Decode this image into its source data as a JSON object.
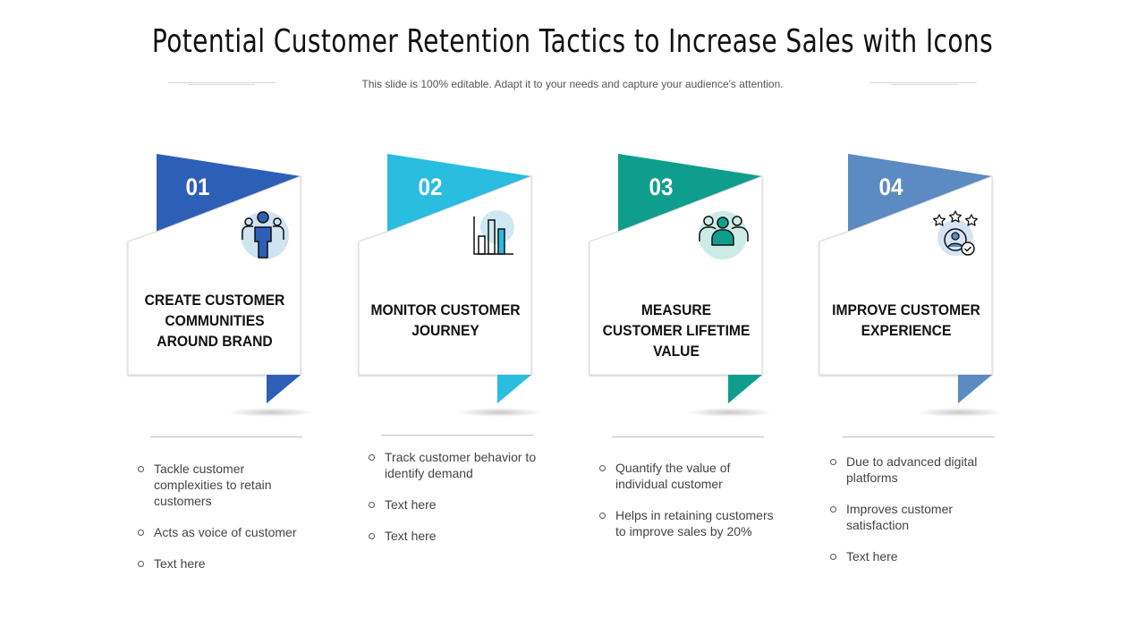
{
  "title": "Potential Customer Retention Tactics to Increase Sales with Icons",
  "subtitle": "This slide is 100% editable. Adapt it to your needs and capture your audience's attention.",
  "cards": [
    {
      "number": "01",
      "heading": "CREATE CUSTOMER COMMUNITIES AROUND BRAND",
      "icon": "community-person-icon",
      "color": "#2e5fb7",
      "bullets": [
        "Tackle customer complexities to retain customers",
        "Acts as voice of customer",
        "Text here"
      ]
    },
    {
      "number": "02",
      "heading": "MONITOR CUSTOMER JOURNEY",
      "icon": "bar-chart-icon",
      "color": "#29bde0",
      "bullets": [
        "Track customer behavior to identify demand",
        "Text here",
        "Text here"
      ]
    },
    {
      "number": "03",
      "heading": "MEASURE CUSTOMER LIFETIME VALUE",
      "icon": "customer-group-icon",
      "color": "#0f9e8e",
      "bullets": [
        "Quantify the value of individual customer",
        "Helps in retaining customers to improve sales by 20%"
      ]
    },
    {
      "number": "04",
      "heading": "IMPROVE CUSTOMER EXPERIENCE",
      "icon": "rated-customer-icon",
      "color": "#5b8bc2",
      "bullets": [
        "Due to advanced digital platforms",
        "Improves customer satisfaction",
        "Text here"
      ]
    }
  ]
}
